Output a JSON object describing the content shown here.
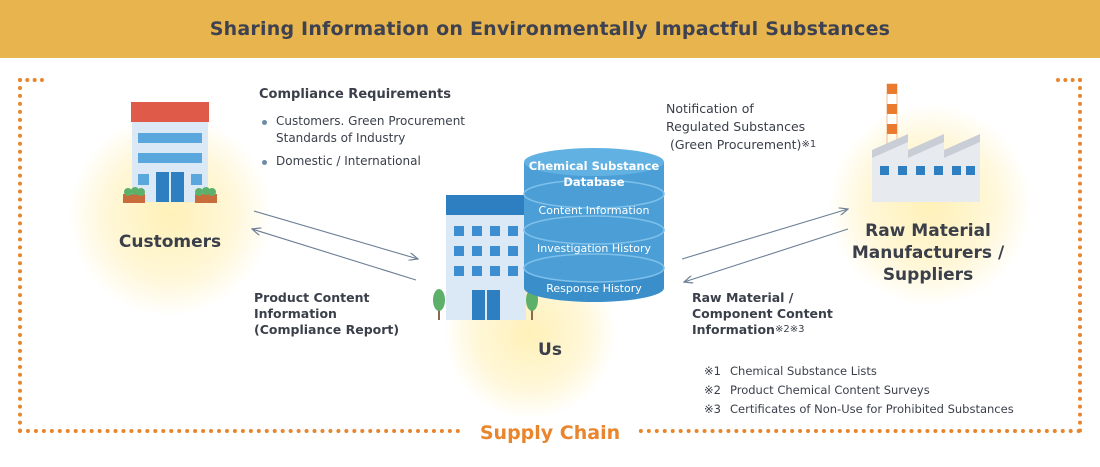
{
  "title": "Sharing Information on Environmentally Impactful Substances",
  "supply_chain_label": "Supply Chain",
  "nodes": {
    "customers": "Customers",
    "us": "Us",
    "raw_material": [
      "Raw Material",
      "Manufacturers /",
      "Suppliers"
    ]
  },
  "compliance": {
    "title": "Compliance Requirements",
    "items": [
      "Customers. Green Procurement Standards of Industry",
      "Domestic / International"
    ]
  },
  "notification": {
    "lines": [
      "Notification of",
      "Regulated Substances",
      "(Green Procurement)"
    ],
    "mark": "※1"
  },
  "product_content": {
    "lines": [
      "Product Content",
      "Information",
      "(Compliance Report)"
    ]
  },
  "raw_material_content": {
    "lines": [
      "Raw Material /",
      "Component Content",
      "Information"
    ],
    "mark": "※2※3"
  },
  "database": {
    "title_lines": [
      "Chemical Substance",
      "Database"
    ],
    "layers": [
      "Content Information",
      "Investigation History",
      "Response History"
    ]
  },
  "notes": [
    {
      "mark": "※1",
      "text": "Chemical Substance Lists"
    },
    {
      "mark": "※2",
      "text": "Product Chemical Content Surveys"
    },
    {
      "mark": "※3",
      "text": "Certificates of Non-Use for Prohibited Substances"
    }
  ],
  "colors": {
    "header": "#e8b44e",
    "accent_orange": "#e9852c",
    "database_blue": "#4b9fd6",
    "building_blue": "#2e7fc1",
    "text_dark": "#3a3f4a"
  }
}
